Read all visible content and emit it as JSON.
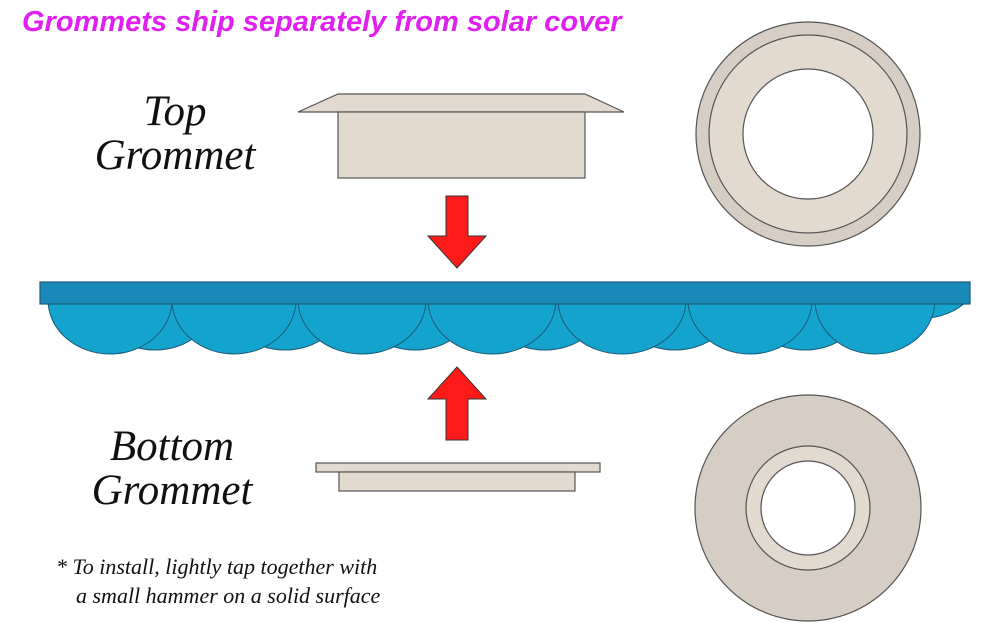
{
  "headline": "Grommets ship separately from solar cover",
  "top_label": {
    "line1": "Top",
    "line2": "Grommet"
  },
  "bottom_label": {
    "line1": "Bottom",
    "line2": "Grommet"
  },
  "note": {
    "line1": "* To install, lightly tap together with",
    "line2": "a small hammer on a solid surface"
  },
  "colors": {
    "headline": "#e020f0",
    "grommet": "#e2d9cf",
    "grommet_ring": "#d6cdc4",
    "cover": "#14a3cc",
    "cover_bar": "#1889b8",
    "arrow": "#ff1a1a"
  }
}
